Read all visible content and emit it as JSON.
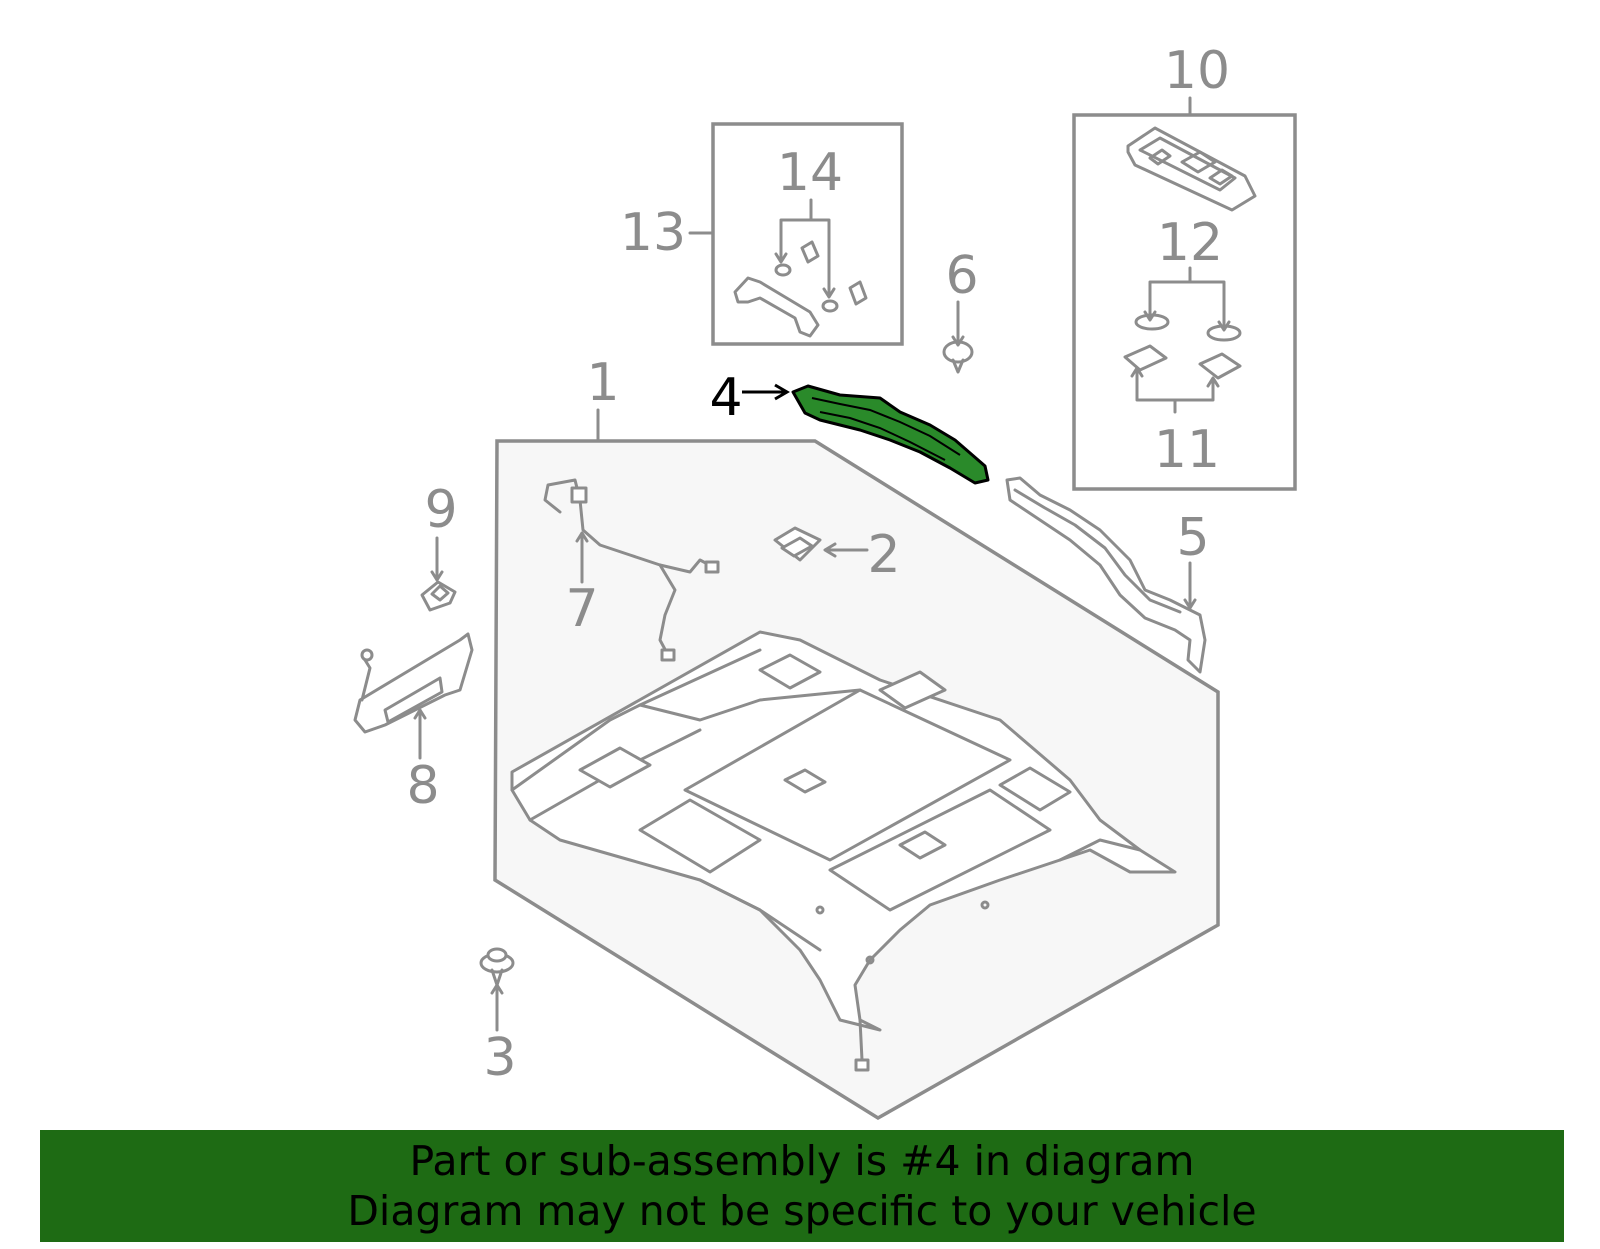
{
  "colors": {
    "banner_bg": "#1e6b14",
    "banner_text": "#000000",
    "line": "#8c8c8c",
    "highlight_part": "#2a8a2a",
    "panel_fill": "#f7f7f7"
  },
  "callouts": [
    {
      "id": "1",
      "label": "1"
    },
    {
      "id": "2",
      "label": "2"
    },
    {
      "id": "3",
      "label": "3"
    },
    {
      "id": "4",
      "label": "4",
      "highlighted": true
    },
    {
      "id": "5",
      "label": "5"
    },
    {
      "id": "6",
      "label": "6"
    },
    {
      "id": "7",
      "label": "7"
    },
    {
      "id": "8",
      "label": "8"
    },
    {
      "id": "9",
      "label": "9"
    },
    {
      "id": "10",
      "label": "10"
    },
    {
      "id": "11",
      "label": "11"
    },
    {
      "id": "12",
      "label": "12"
    },
    {
      "id": "13",
      "label": "13"
    },
    {
      "id": "14",
      "label": "14"
    }
  ],
  "banner": {
    "line1": "Part or sub-assembly is #4 in diagram",
    "line2": "Diagram may not be specific to your vehicle"
  }
}
